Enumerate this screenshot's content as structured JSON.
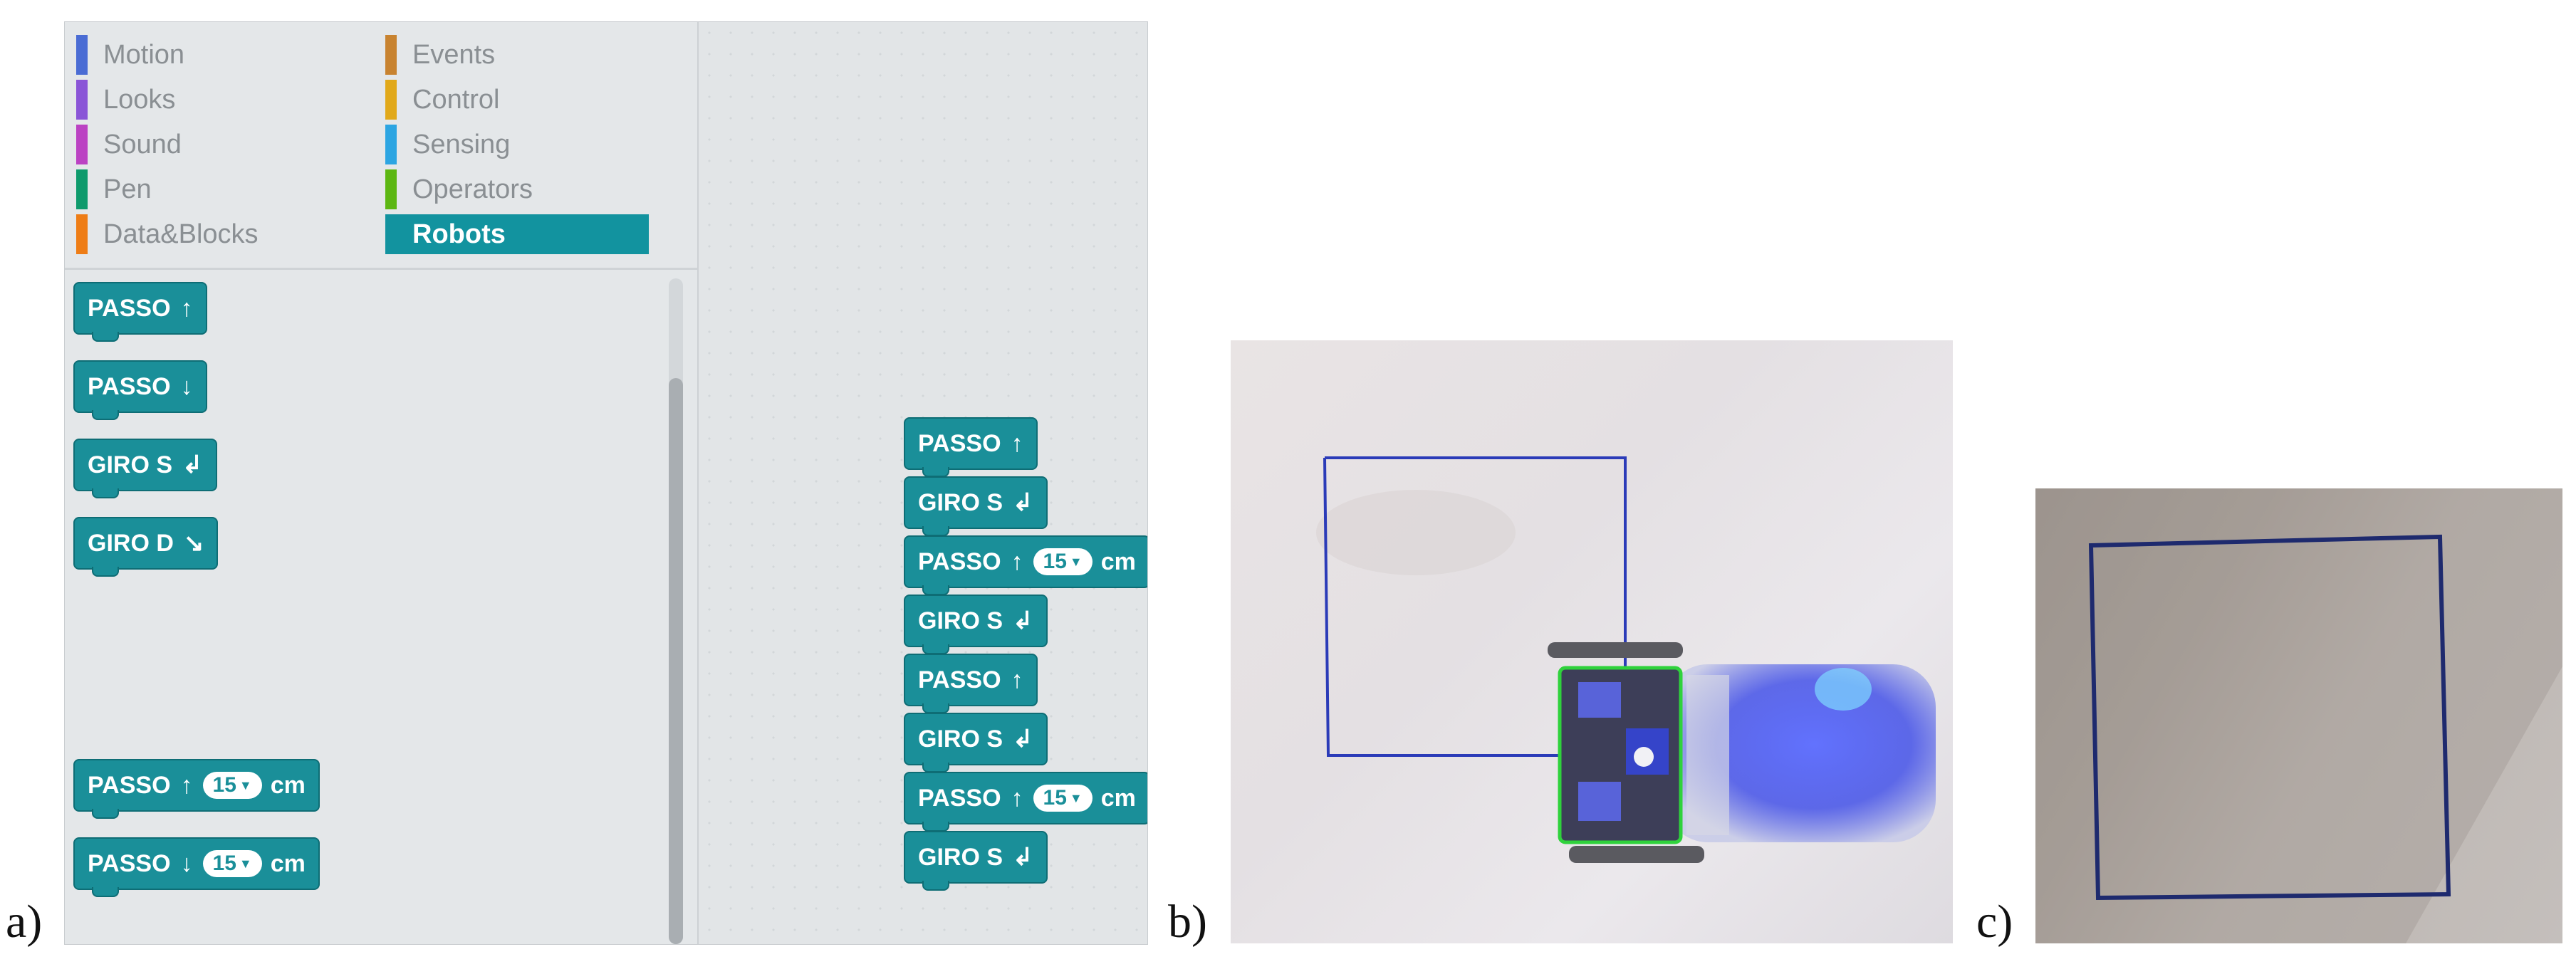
{
  "labels": {
    "a": "a)",
    "b": "b)",
    "c": "c)"
  },
  "categories": [
    {
      "name": "Motion",
      "color": "#4a6cd4"
    },
    {
      "name": "Looks",
      "color": "#8a55d7"
    },
    {
      "name": "Sound",
      "color": "#bb42c3"
    },
    {
      "name": "Pen",
      "color": "#0e9a6c"
    },
    {
      "name": "Data&Blocks",
      "color": "#ee7d16"
    },
    {
      "name": "Events",
      "color": "#c88330"
    },
    {
      "name": "Control",
      "color": "#e1a91a"
    },
    {
      "name": "Sensing",
      "color": "#2ca5e2"
    },
    {
      "name": "Operators",
      "color": "#5cb712"
    },
    {
      "name": "Robots",
      "color": "#12939f",
      "active": true
    }
  ],
  "palette_blocks": [
    {
      "label": "PASSO",
      "arrow": "↑"
    },
    {
      "label": "PASSO",
      "arrow": "↓"
    },
    {
      "label": "GIRO S",
      "arrow": "↲"
    },
    {
      "label": "GIRO D",
      "arrow": "↘"
    },
    {
      "label": "PASSO",
      "arrow": "↑",
      "value": "15",
      "unit": "cm"
    },
    {
      "label": "PASSO",
      "arrow": "↓",
      "value": "15",
      "unit": "cm"
    }
  ],
  "script_blocks": [
    {
      "label": "PASSO",
      "arrow": "↑"
    },
    {
      "label": "GIRO S",
      "arrow": "↲"
    },
    {
      "label": "PASSO",
      "arrow": "↑",
      "value": "15",
      "unit": "cm"
    },
    {
      "label": "GIRO S",
      "arrow": "↲"
    },
    {
      "label": "PASSO",
      "arrow": "↑"
    },
    {
      "label": "GIRO S",
      "arrow": "↲"
    },
    {
      "label": "PASSO",
      "arrow": "↑",
      "value": "15",
      "unit": "cm"
    },
    {
      "label": "GIRO S",
      "arrow": "↲"
    }
  ],
  "colors": {
    "block": "#1a8f99",
    "ink": "#2b3bb8",
    "robot_glow": "#3a49e8"
  }
}
